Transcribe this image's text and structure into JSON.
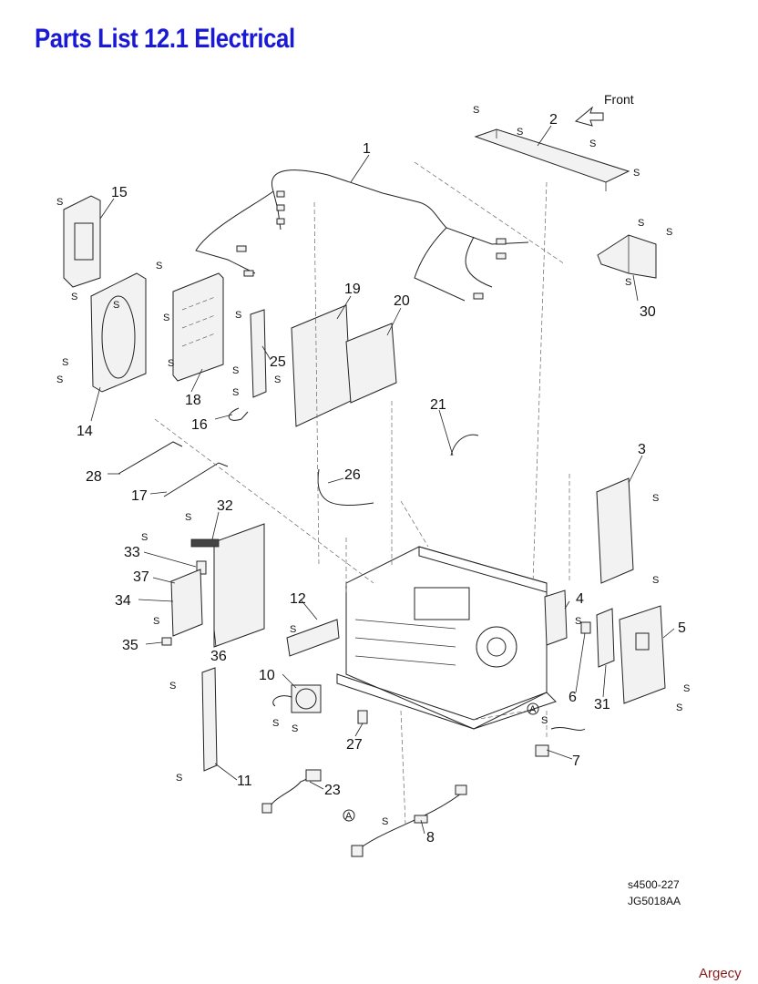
{
  "title": "Parts List 12.1 Electrical",
  "front_label": "Front",
  "screw_label": "S",
  "connector_label": "A",
  "code_line1": "s4500-227",
  "code_line2": "JG5018AA",
  "watermark": "Argecy",
  "callouts": [
    "1",
    "2",
    "3",
    "4",
    "5",
    "6",
    "7",
    "8",
    "10",
    "11",
    "12",
    "14",
    "15",
    "16",
    "17",
    "18",
    "19",
    "20",
    "21",
    "23",
    "25",
    "26",
    "27",
    "28",
    "30",
    "31",
    "32",
    "33",
    "34",
    "35",
    "36",
    "37"
  ]
}
